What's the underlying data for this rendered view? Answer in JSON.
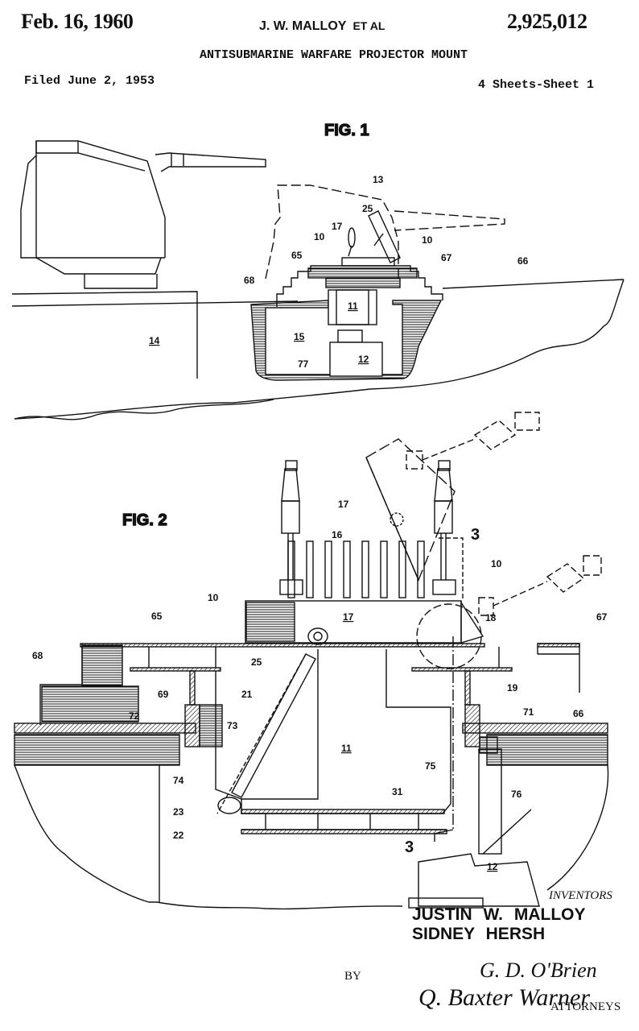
{
  "header": {
    "date": "Feb. 16, 1960",
    "inventor_short": "J. W. MALLOY",
    "et_al": "ET AL",
    "patent_number": "2,925,012",
    "title": "ANTISUBMARINE WARFARE PROJECTOR MOUNT",
    "filed": "Filed June 2, 1953",
    "sheets": "4 Sheets-Sheet 1"
  },
  "figures": [
    {
      "id": "fig1",
      "label": "FIG. 1",
      "reference_numerals": [
        "13",
        "25",
        "17",
        "10",
        "10",
        "65",
        "67",
        "66",
        "68",
        "11",
        "14",
        "15",
        "12",
        "77"
      ]
    },
    {
      "id": "fig2",
      "label": "FIG. 2",
      "reference_numerals": [
        "17",
        "16",
        "3",
        "10",
        "10",
        "65",
        "17",
        "18",
        "67",
        "68",
        "25",
        "69",
        "21",
        "19",
        "72",
        "73",
        "71",
        "66",
        "74",
        "11",
        "75",
        "76",
        "23",
        "31",
        "22",
        "3",
        "12"
      ]
    }
  ],
  "footer": {
    "inventors_heading": "INVENTORS",
    "inventors": [
      "JUSTIN W. MALLOY",
      "SIDNEY HERSH"
    ],
    "by": "BY",
    "signatures": [
      "G. D. O'Brien",
      "Q. Baxter Warner"
    ],
    "attorneys": "ATTORNEYS"
  }
}
